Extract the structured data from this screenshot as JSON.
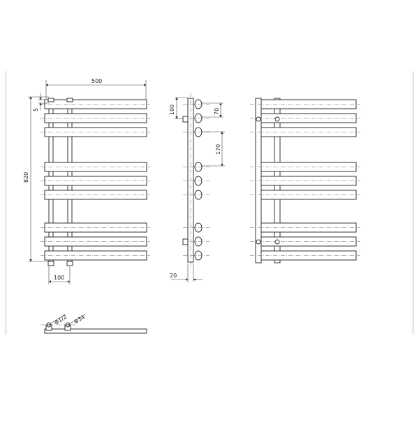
{
  "drawing": {
    "dimensions": {
      "width_top": "500",
      "height_total": "820",
      "top_offset": "5",
      "bottom_spacing": "100",
      "side_gap_top": "100",
      "side_gap_small": "70",
      "side_gap_large": "170",
      "side_wall": "20",
      "thread_a": "Φ1/2",
      "thread_b": "Φ34"
    },
    "colors": {
      "line": "#333333",
      "center_line": "#666666",
      "border": "#b9b9b9"
    }
  }
}
